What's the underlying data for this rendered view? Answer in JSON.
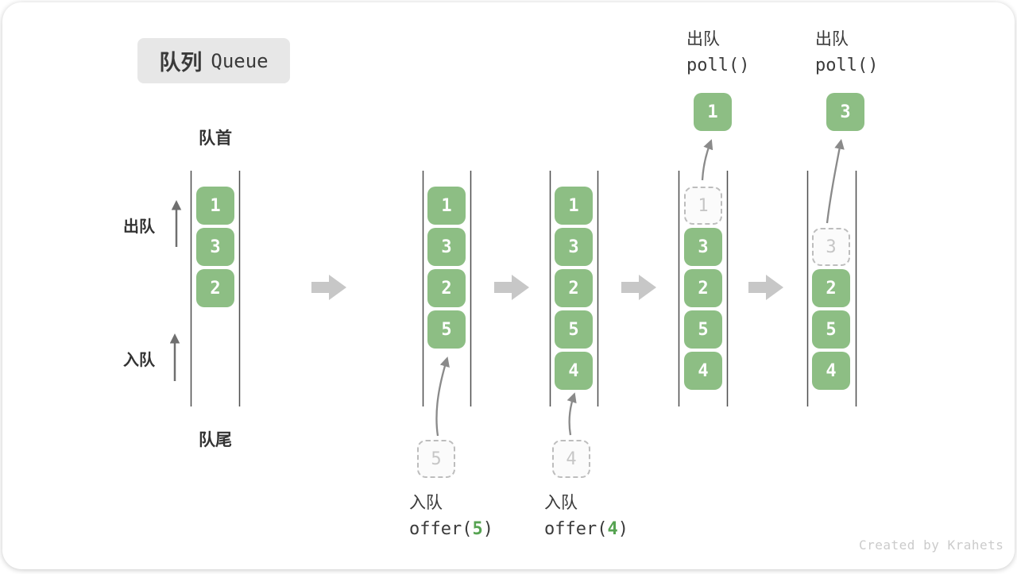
{
  "title": {
    "zh": "队列",
    "en": "Queue"
  },
  "labels": {
    "front": "队首",
    "rear": "队尾",
    "side_dequeue": "出队",
    "side_enqueue": "入队"
  },
  "columns": [
    {
      "slots": [
        {
          "value": "1"
        },
        {
          "value": "3"
        },
        {
          "value": "2"
        }
      ]
    },
    {
      "slots": [
        {
          "value": "1"
        },
        {
          "value": "3"
        },
        {
          "value": "2"
        },
        {
          "value": "5"
        }
      ]
    },
    {
      "slots": [
        {
          "value": "1"
        },
        {
          "value": "3"
        },
        {
          "value": "2"
        },
        {
          "value": "5"
        },
        {
          "value": "4"
        }
      ]
    },
    {
      "slots": [
        {
          "value": "1"
        },
        {
          "value": "3"
        },
        {
          "value": "2"
        },
        {
          "value": "5"
        },
        {
          "value": "4"
        }
      ]
    },
    {
      "slots": [
        {
          "value": "3"
        },
        {
          "value": "2"
        },
        {
          "value": "5"
        },
        {
          "value": "4"
        }
      ]
    }
  ],
  "enqueue_ops": [
    {
      "label": "入队",
      "fn": "offer(",
      "arg": "5",
      "close": ")"
    },
    {
      "label": "入队",
      "fn": "offer(",
      "arg": "4",
      "close": ")"
    }
  ],
  "dequeue_ops": [
    {
      "label": "出队",
      "code": "poll()",
      "value": "1"
    },
    {
      "label": "出队",
      "code": "poll()",
      "value": "3"
    }
  ],
  "watermark": "Created by Krahets",
  "colors": {
    "cell_green": "#8DBE84",
    "cell_text": "#FFFFFF",
    "accent_green": "#56A351",
    "text_dark": "#3A3A3A",
    "rail": "#4D4D4D",
    "arrow_gray": "#8A8A8A",
    "arrow_dark": "#6F6F6F",
    "block_arrow": "#C7C7C7",
    "dashed_border": "#BDBDBD",
    "dashed_text": "#C6C6C6",
    "dashed_bg": "#FBFBFB",
    "title_bg": "#E7E7E7",
    "watermark": "#CBCBCB"
  }
}
